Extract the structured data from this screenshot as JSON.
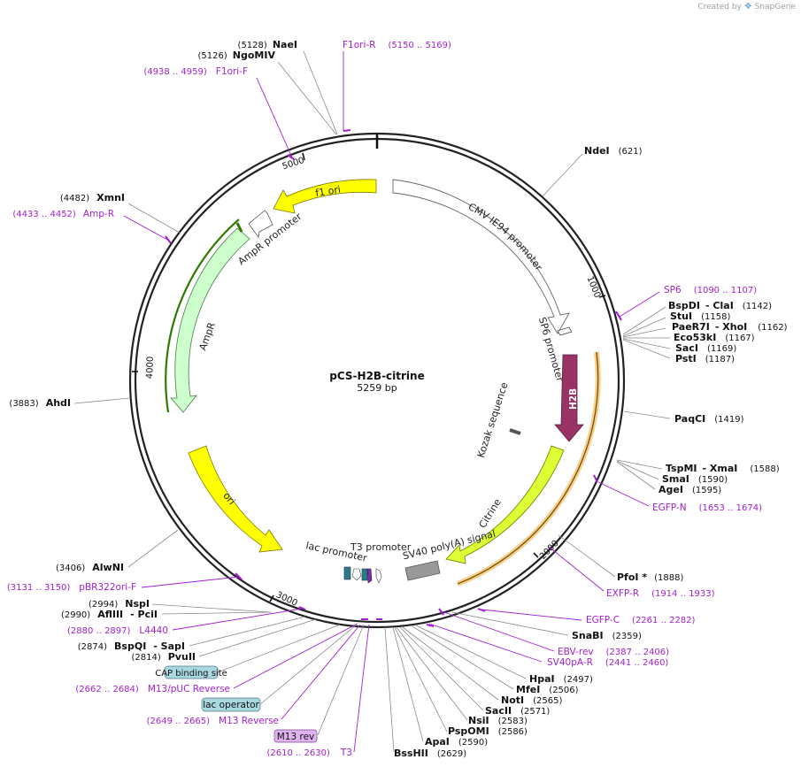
{
  "badge": {
    "created_by": "Created by",
    "brand": "SnapGene"
  },
  "plasmid": {
    "name": "pCS-H2B-citrine",
    "length": "5259 bp"
  },
  "ticks": [
    "1000",
    "2000",
    "3000",
    "4000",
    "5000"
  ],
  "features": [
    {
      "label": "CMV IE94 promoter"
    },
    {
      "label": "SP6 promoter"
    },
    {
      "label": "H2B"
    },
    {
      "label": "Kozak sequence"
    },
    {
      "label": "Citrine"
    },
    {
      "label": "SV40 poly(A) signal"
    },
    {
      "label": "T3 promoter"
    },
    {
      "label": "lac promoter"
    },
    {
      "label": "ori"
    },
    {
      "label": "AmpR"
    },
    {
      "label": "AmpR promoter"
    },
    {
      "label": "f1 ori"
    }
  ],
  "right_labels": [
    {
      "name": "NdeI",
      "pos": "(621)"
    },
    {
      "primer": "SP6",
      "range": "(1090 .. 1107)"
    },
    {
      "name": "BspDI",
      "name2": "- ClaI",
      "pos": "(1142)"
    },
    {
      "name": "StuI",
      "pos": "(1158)"
    },
    {
      "name": "PaeR7I",
      "name2": "- XhoI",
      "pos": "(1162)"
    },
    {
      "name": "Eco53kI",
      "pos": "(1167)"
    },
    {
      "name": "SacI",
      "pos": "(1169)"
    },
    {
      "name": "PstI",
      "pos": "(1187)"
    },
    {
      "name": "PaqCI",
      "pos": "(1419)"
    },
    {
      "name": "TspMI",
      "name2": "- XmaI",
      "pos": "(1588)"
    },
    {
      "name": "SmaI",
      "pos": "(1590)"
    },
    {
      "name": "AgeI",
      "pos": "(1595)"
    },
    {
      "primer": "EGFP-N",
      "range": "(1653 .. 1674)"
    },
    {
      "name": "PfoI *",
      "pos": "(1888)"
    },
    {
      "primer": "EXFP-R",
      "range": "(1914 .. 1933)"
    },
    {
      "primer": "EGFP-C",
      "range": "(2261 .. 2282)"
    },
    {
      "name": "SnaBI",
      "pos": "(2359)"
    },
    {
      "primer": "EBV-rev",
      "range": "(2387 .. 2406)"
    },
    {
      "primer": "SV40pA-R",
      "range": "(2441 .. 2460)"
    },
    {
      "name": "HpaI",
      "pos": "(2497)"
    },
    {
      "name": "MfeI",
      "pos": "(2506)"
    },
    {
      "name": "NotI",
      "pos": "(2565)"
    },
    {
      "name": "SacII",
      "pos": "(2571)"
    },
    {
      "name": "NsiI",
      "pos": "(2583)"
    },
    {
      "name": "PspOMI",
      "pos": "(2586)"
    },
    {
      "name": "ApaI",
      "pos": "(2590)"
    },
    {
      "name": "BssHII",
      "pos": "(2629)"
    }
  ],
  "left_labels": [
    {
      "name": "NaeI",
      "pos": "(5128)"
    },
    {
      "name": "NgoMIV",
      "pos": "(5126)"
    },
    {
      "primer": "F1ori-R",
      "range": "(5150 .. 5169)"
    },
    {
      "primer": "F1ori-F",
      "range": "(4938 .. 4959)"
    },
    {
      "name": "XmnI",
      "pos": "(4482)"
    },
    {
      "primer": "Amp-R",
      "range": "(4433 .. 4452)"
    },
    {
      "name": "AhdI",
      "pos": "(3883)"
    },
    {
      "name": "AlwNI",
      "pos": "(3406)"
    },
    {
      "primer": "pBR322ori-F",
      "range": "(3131 .. 3150)"
    },
    {
      "name": "NspI",
      "pos": "(2994)"
    },
    {
      "name": "AflIII",
      "name2": "- PciI",
      "pos": "(2990)"
    },
    {
      "primer": "L4440",
      "range": "(2880 .. 2897)"
    },
    {
      "name": "BspQI",
      "name2": "- SapI",
      "pos": "(2874)"
    },
    {
      "name": "PvuII",
      "pos": "(2814)"
    },
    {
      "box": "CAP binding site"
    },
    {
      "primer": "M13/pUC Reverse",
      "range": "(2662 .. 2684)"
    },
    {
      "box": "lac operator"
    },
    {
      "primer": "M13 Reverse",
      "range": "(2649 .. 2665)"
    },
    {
      "box": "M13 rev"
    },
    {
      "primer": "T3",
      "range": "(2610 .. 2630)"
    }
  ],
  "colors": {
    "backbone": "#222222",
    "primer": "#a21fd1",
    "f1_ori": "#ffff00",
    "ori": "#ffff00",
    "ampr": "#ccffcc",
    "h2b": "#993366",
    "citrine": "#ddff33",
    "sv40": "#999999",
    "cap_box": "#a8d8e0",
    "lacop_box": "#a8d8e0",
    "m13_box": "#e0b3f0"
  }
}
